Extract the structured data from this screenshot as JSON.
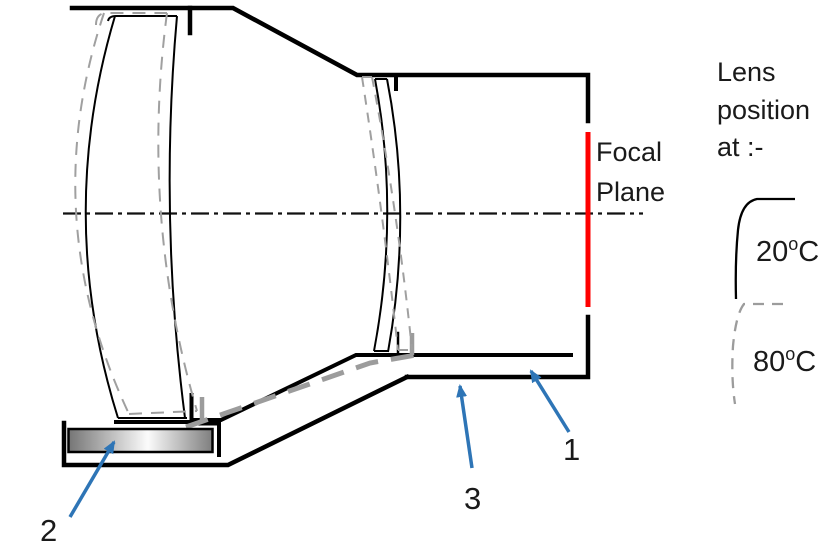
{
  "focal_plane": {
    "label_line1": "Focal",
    "label_line2": "Plane"
  },
  "legend": {
    "title_lines": [
      "Lens",
      "position",
      "at :-"
    ],
    "items": [
      {
        "num": "20",
        "sup": "o",
        "unit": "C",
        "style": "solid"
      },
      {
        "num": "80",
        "sup": "o",
        "unit": "C",
        "style": "dashed"
      }
    ]
  },
  "callouts": [
    {
      "label": "1"
    },
    {
      "label": "2"
    },
    {
      "label": "3"
    }
  ],
  "colors": {
    "housing": "#000000",
    "lens_20c": "#000000",
    "lens_80c": "#a0a0a0",
    "housing_80c_dash": "#9c9c9c",
    "arrow": "#2e75b6",
    "focal_plane": "#ff0000",
    "background": "#ffffff"
  }
}
